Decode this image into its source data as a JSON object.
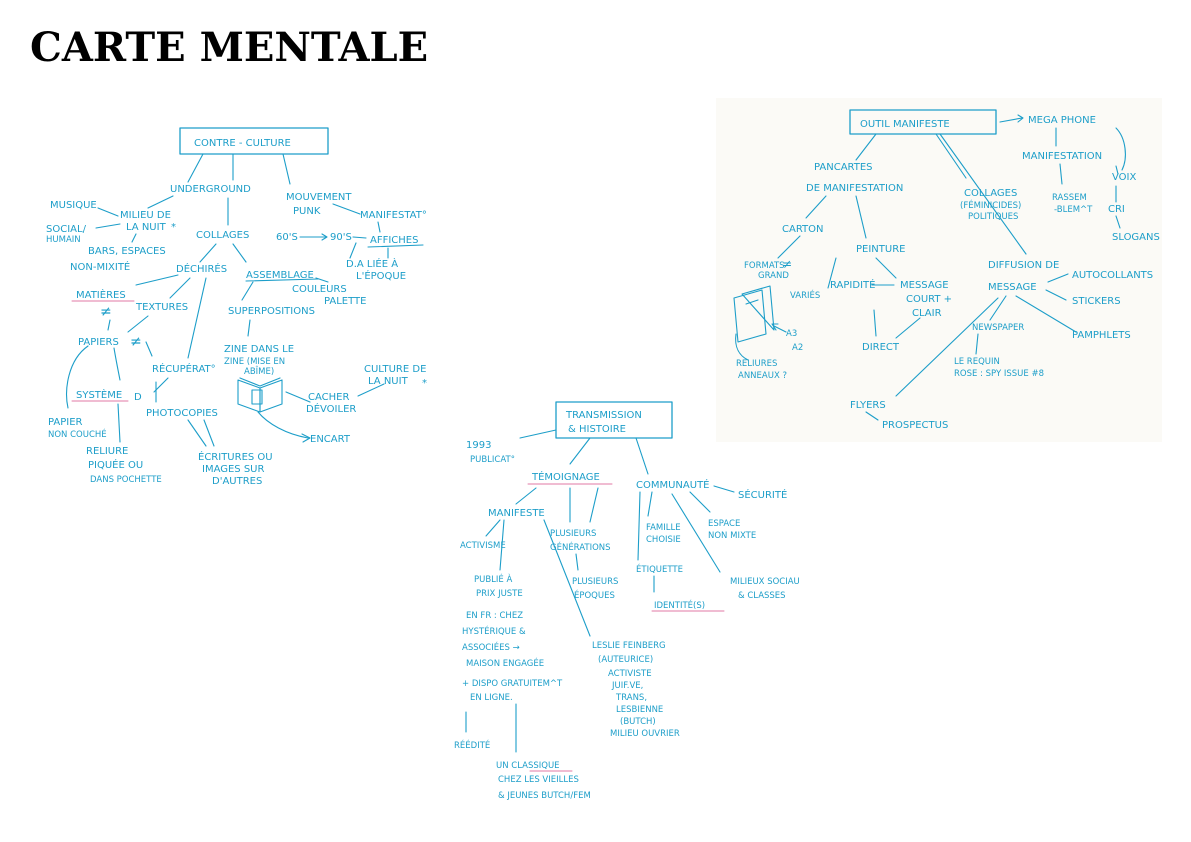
{
  "title": "CARTE MENTALE",
  "colors": {
    "ink": "#1d9ec9",
    "highlight": "#e27aa5",
    "title": "#000000"
  },
  "map1": {
    "root": "CONTRE - CULTURE",
    "underground": "UNDERGROUND",
    "mouvement": "MOUVEMENT",
    "punk": "PUNK",
    "musique": "MUSIQUE",
    "milieu_de": "MILIEU DE",
    "la_nuit": "LA NUIT",
    "star": "*",
    "social": "SOCIAL/",
    "humain": "HUMAIN",
    "bars": "BARS, ESPACES",
    "non_mixite": "NON-MIXITÉ",
    "collages": "COLLAGES",
    "manifestat": "MANIFESTAT°",
    "s60": "60'S",
    "s90": "90'S",
    "affiches": "AFFICHES",
    "da_lie": "D.A LIÉE À",
    "l_epoque": "L'ÉPOQUE",
    "dechires": "DÉCHIRÉS",
    "assemblage": "ASSEMBLAGE",
    "couleurs": "COULEURS",
    "palette": "PALETTE",
    "matieres": "MATIÈRES",
    "textures": "TEXTURES",
    "neq": "≠",
    "superpositions": "SUPERPOSITIONS",
    "papiers": "PAPIERS",
    "zine_1": "ZINE DANS LE",
    "zine_2": "ZINE (MISE EN",
    "zine_3": "ABÎME)",
    "recuperat": "RÉCUPÉRAT°",
    "culture_de": "CULTURE DE",
    "la_nuit2": "LA NUIT",
    "systeme": "SYSTÈME",
    "d_mark": "D",
    "photocopies": "PHOTOCOPIES",
    "cacher": "CACHER",
    "devoiler": "DÉVOILER",
    "papier": "PAPIER",
    "non_couche": "NON COUCHÉ",
    "encart": "ENCART",
    "reliure_1": "RELIURE",
    "reliure_2": "PIQUÉE OU",
    "reliure_3": "DANS POCHETTE",
    "ecritures_1": "ÉCRITURES OU",
    "ecritures_2": "IMAGES SUR",
    "ecritures_3": "D'AUTRES"
  },
  "map2": {
    "root": "OUTIL MANIFESTE",
    "mega_phone": "MEGA PHONE",
    "manifestation": "MANIFESTATION",
    "pancartes": "PANCARTES",
    "de_manifestation": "DE MANIFESTATION",
    "collages": "COLLAGES",
    "feminicides": "(FÉMINICIDES)",
    "politiques": "POLITIQUES",
    "rassem": "RASSEM",
    "blemt": "-BLEM^T",
    "voix": "VOIX",
    "cri": "CRI",
    "slogans": "SLOGANS",
    "carton": "CARTON",
    "peinture": "PEINTURE",
    "formats": "FORMATS",
    "grand": "GRAND",
    "neq": "≠",
    "varies": "VARIÉS",
    "rapidite": "RAPIDITÉ",
    "message": "MESSAGE",
    "court": "COURT +",
    "clair": "CLAIR",
    "diffusion_de": "DIFFUSION DE",
    "diffusion_msg": "MESSAGE",
    "autocollants": "AUTOCOLLANTS",
    "stickers": "STICKERS",
    "a3": "A3",
    "a2": "A2",
    "direct": "DIRECT",
    "newspaper": "NEWSPAPER",
    "pamphlets": "PAMPHLETS",
    "reliures": "RELIURES",
    "anneaux": "ANNEAUX ?",
    "le_requin": "LE REQUIN",
    "rose_spy": "ROSE : SPY ISSUE #8",
    "flyers": "FLYERS",
    "prospectus": "PROSPECTUS"
  },
  "map3": {
    "root_1": "TRANSMISSION",
    "root_2": "& HISTOIRE",
    "year": "1993",
    "publicat": "PUBLICAT°",
    "temoignage": "TÉMOIGNAGE",
    "communaute": "COMMUNAUTÉ",
    "securite": "SÉCURITÉ",
    "manifeste": "MANIFESTE",
    "plusieurs_1": "PLUSIEURS",
    "generations": "GÉNÉRATIONS",
    "famille": "FAMILLE",
    "choisie": "CHOISIE",
    "espace": "ESPACE",
    "non_mixte": "NON MIXTE",
    "activisme": "ACTIVISME",
    "plusieurs_2": "PLUSIEURS",
    "epoques": "ÉPOQUES",
    "etiquette": "ÉTIQUETTE",
    "milieux": "MILIEUX SOCIAUX",
    "classes": "& CLASSES",
    "publie": "PUBLIÉ À",
    "prix_juste": "PRIX JUSTE",
    "identites": "IDENTITÉ(S)",
    "en_fr": "EN FR : CHEZ",
    "hysterique": "HYSTÉRIQUE &",
    "associees": "ASSOCIÉES →",
    "maison": "MAISON ENGAGÉE",
    "leslie": "LESLIE FEINBERG",
    "auteurice": "(AUTEURICE)",
    "activiste": "ACTIVISTE",
    "juif": "JUIF.VE,",
    "trans": "TRANS,",
    "lesbienne": "LESBIENNE",
    "butch": "(BUTCH)",
    "milieu_ouvrier": "MILIEU OUVRIER",
    "dispo_1": "+ DISPO GRATUITEM^T",
    "dispo_2": "EN LIGNE.",
    "reedite": "RÉÉDITÉ",
    "classique": "UN CLASSIQUE",
    "chez_vieilles": "CHEZ LES VIEILLES",
    "jeunes": "& JEUNES BUTCH/FEM"
  }
}
